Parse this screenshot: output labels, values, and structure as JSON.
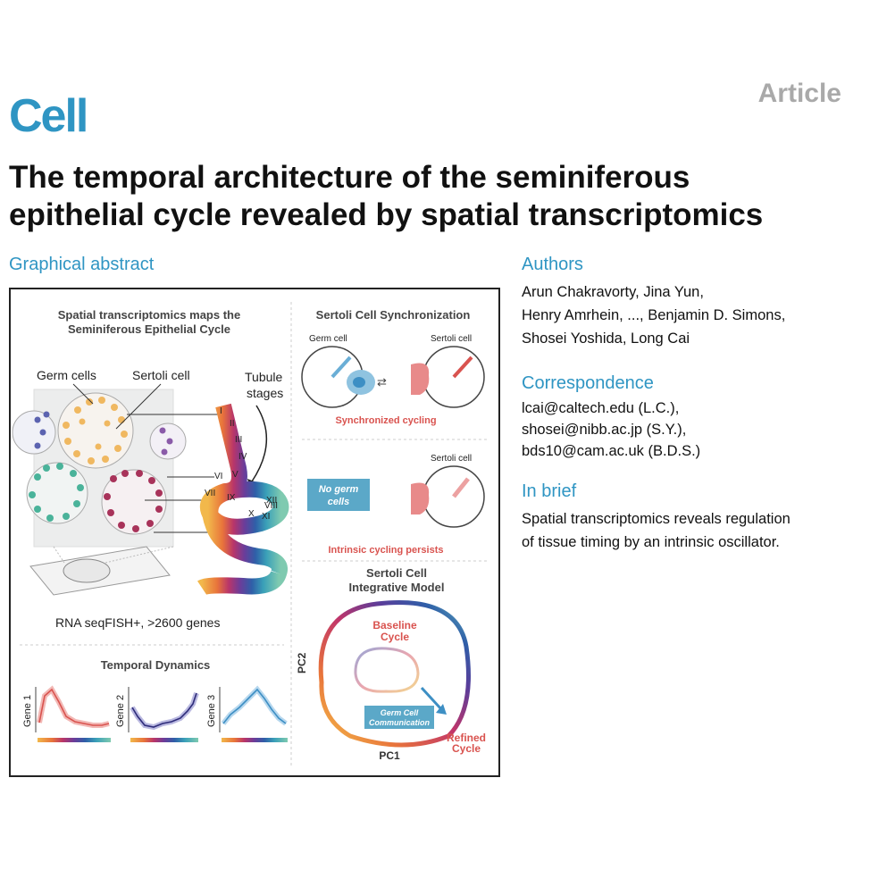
{
  "journal": "Cell",
  "article_type": "Article",
  "title_lines": [
    "The temporal architecture of the seminiferous",
    "epithelial cycle revealed by spatial transcriptomics"
  ],
  "graphical_abstract": {
    "heading": "Graphical abstract",
    "panel_top_title": [
      "Spatial transcriptomics maps the",
      "Seminiferous Epithelial Cycle"
    ],
    "germ_cells_label": "Germ cells",
    "sertoli_cell_label": "Sertoli cell",
    "tubule_stages_label": [
      "Tubule",
      "stages"
    ],
    "stages_roman": [
      "I",
      "II",
      "III",
      "IV",
      "V",
      "VI",
      "VII",
      "VIII",
      "IX",
      "X",
      "XI",
      "XII"
    ],
    "method_label": "RNA seqFISH+, >2600 genes",
    "temporal_title": "Temporal Dynamics",
    "gene_labels": [
      "Gene 1",
      "Gene 2",
      "Gene 3"
    ],
    "sync_title": "Sertoli Cell Synchronization",
    "germ_cell_label": "Germ cell",
    "sertoli_cell_small": "Sertoli cell",
    "sync_caption": "Synchronized cycling",
    "no_germ_cells": [
      "No germ",
      "cells"
    ],
    "persists_caption": "Intrinsic cycling persists",
    "model_title": [
      "Sertoli Cell",
      "Integrative Model"
    ],
    "baseline_label": [
      "Baseline",
      "Cycle"
    ],
    "refined_label": [
      "Refined",
      "Cycle"
    ],
    "communication_label": [
      "Germ Cell",
      "Communication"
    ],
    "pc1": "PC1",
    "pc2": "PC2"
  },
  "authors": {
    "heading": "Authors",
    "lines": [
      "Arun Chakravorty, Jina Yun,",
      "Henry Amrhein, ..., Benjamin D. Simons,",
      "Shosei Yoshida, Long Cai"
    ]
  },
  "correspondence": {
    "heading": "Correspondence",
    "lines": [
      "lcai@caltech.edu (L.C.),",
      "shosei@nibb.ac.jp (S.Y.),",
      "bds10@cam.ac.uk (B.D.S.)"
    ]
  },
  "in_brief": {
    "heading": "In brief",
    "lines": [
      "Spatial transcriptomics reveals regulation",
      "of tissue timing by an intrinsic oscillator."
    ]
  },
  "colors": {
    "brand": "#2f95c3",
    "accent_red": "#d9534f",
    "germ_blue": "#3d8fc4",
    "sertoli_pink": "#e88a8a"
  }
}
